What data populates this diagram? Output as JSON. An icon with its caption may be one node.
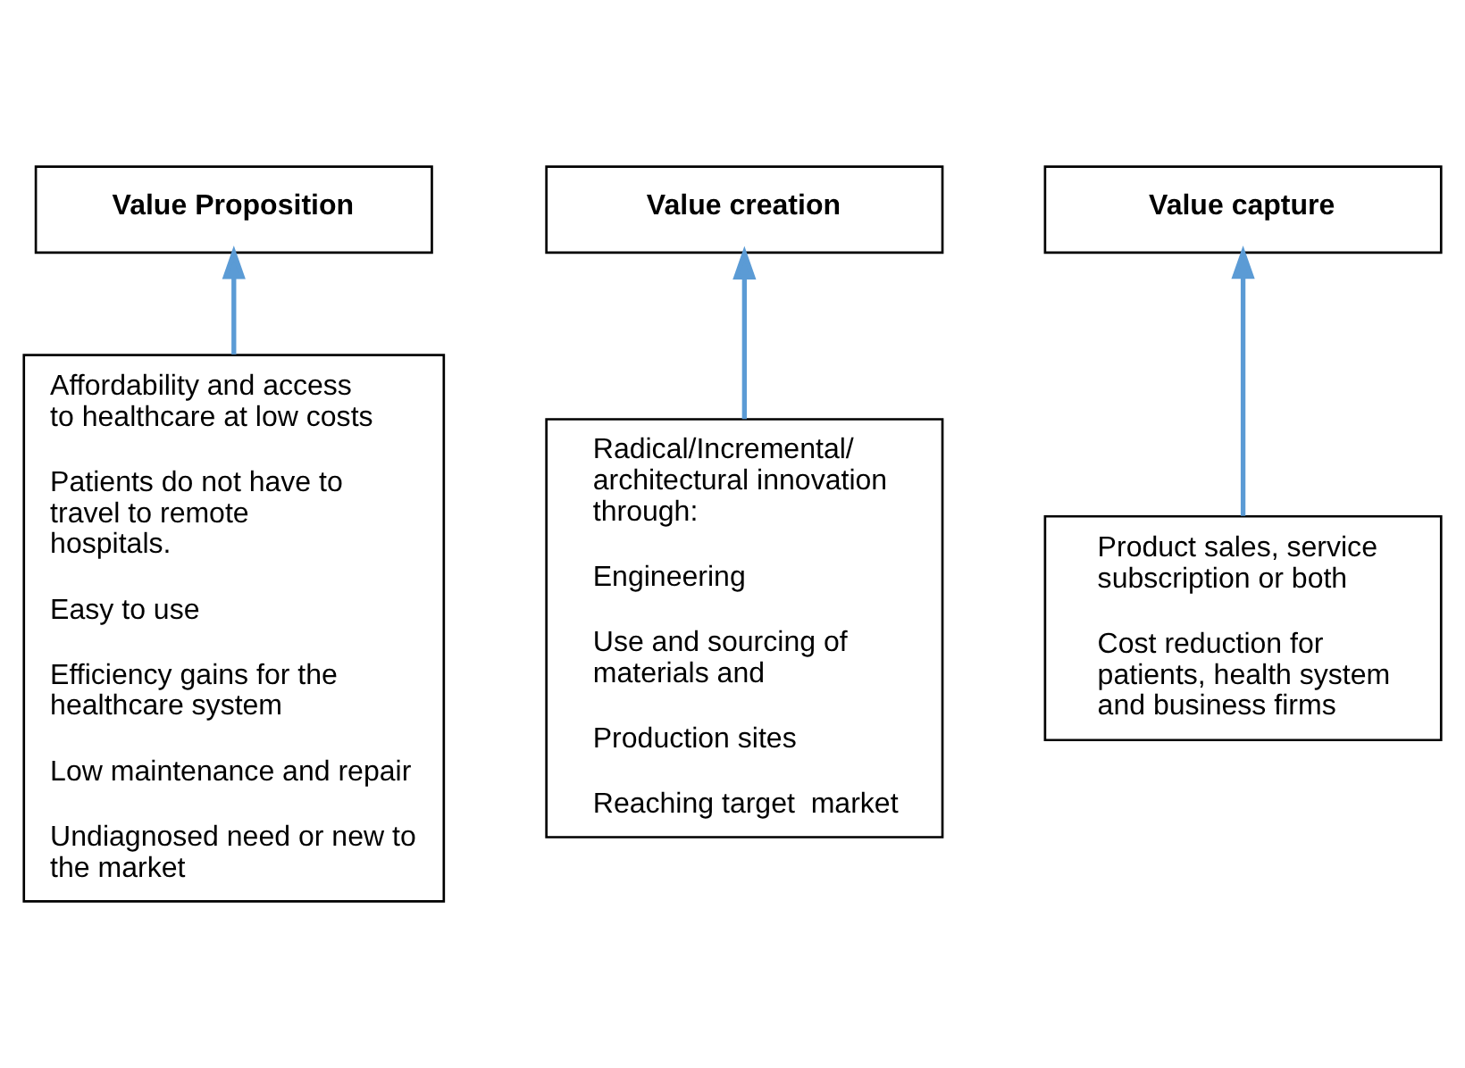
{
  "diagram": {
    "nodes": [
      {
        "text": [
          "Value Proposition"
        ]
      },
      {
        "text": [
          "Value creation"
        ]
      },
      {
        "text": [
          "Value capture"
        ]
      },
      {
        "text": [
          "Affordability and access to healthcare at low costs",
          "Patients do not have to travel to remote hospitals.",
          "Easy to use",
          "Efficiency gains for the healthcare system",
          "Low maintenance and repair",
          "Undiagnosed need or new to the market"
        ]
      },
      {
        "text": [
          "Radical/Incremental/ architectural innovation through:",
          "Engineering",
          "Use and sourcing of materials and",
          "Production sites",
          "Reaching target  market"
        ]
      },
      {
        "text": [
          "Product sales, service subscription or both",
          "Cost reduction for patients, health system and business firms"
        ]
      }
    ],
    "edges": [
      {
        "from": 3,
        "to": 0,
        "arrow": "to"
      },
      {
        "from": 4,
        "to": 1,
        "arrow": "to"
      },
      {
        "from": 5,
        "to": 2,
        "arrow": "to"
      }
    ]
  }
}
